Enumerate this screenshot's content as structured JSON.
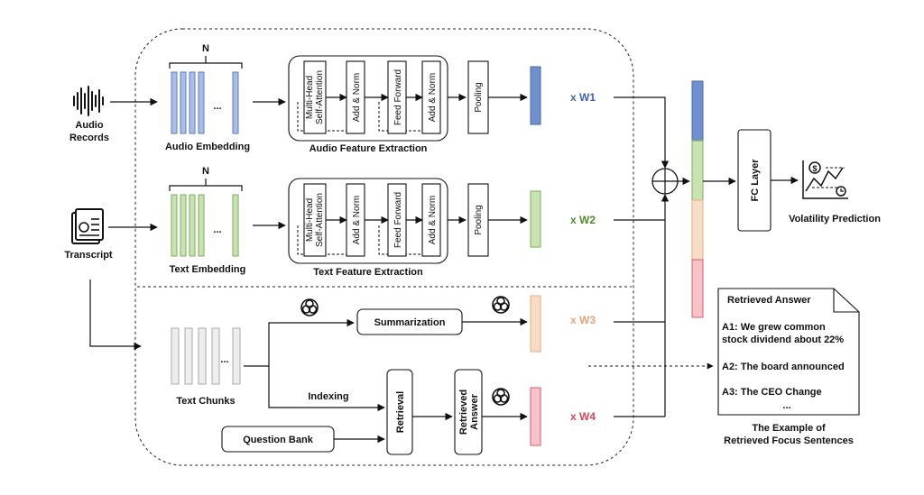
{
  "inputs": {
    "audio_label_1": "Audio",
    "audio_label_2": "Records",
    "transcript_label": "Transcript"
  },
  "audio_branch": {
    "n_label": "N",
    "ellipsis": "...",
    "embedding_label": "Audio Embedding",
    "extraction_label": "Audio Feature Extraction",
    "weight_label": "x W1",
    "color": "#6f8fce"
  },
  "text_branch": {
    "n_label": "N",
    "ellipsis": "...",
    "embedding_label": "Text Embedding",
    "extraction_label": "Text Feature Extraction",
    "weight_label": "x W2",
    "color": "#8fbf6a"
  },
  "transformer": {
    "mha_line1": "Multi-Head",
    "mha_line2": "Self-Attention",
    "add_norm": "Add & Norm",
    "feed_forward": "Feed Forward",
    "pooling": "Pooling"
  },
  "chunk_branch": {
    "ellipsis": "...",
    "chunks_label": "Text Chunks",
    "summarization_label": "Summarization",
    "indexing_label": "Indexing",
    "retrieval_label": "Retrieval",
    "retrieved_answer_line1": "Retrieved",
    "retrieved_answer_line2": "Answer",
    "question_bank_label": "Question Bank",
    "w3_label": "x W3",
    "w4_label": "x W4",
    "w3_color": "#f0b98a",
    "w4_color": "#e05a6a"
  },
  "fusion": {
    "fc_label": "FC Layer",
    "prediction_label": "Volatility Prediction"
  },
  "retrieved_doc": {
    "title": "Retrieved Answer",
    "a1_line1": "A1: We grew common",
    "a1_line2": "stock dividend about 22%",
    "a2": "A2: The board announced",
    "a3": "A3: The CEO Change",
    "more": "...",
    "caption_line1": "The Example of",
    "caption_line2": "Retrieved Focus Sentences"
  }
}
